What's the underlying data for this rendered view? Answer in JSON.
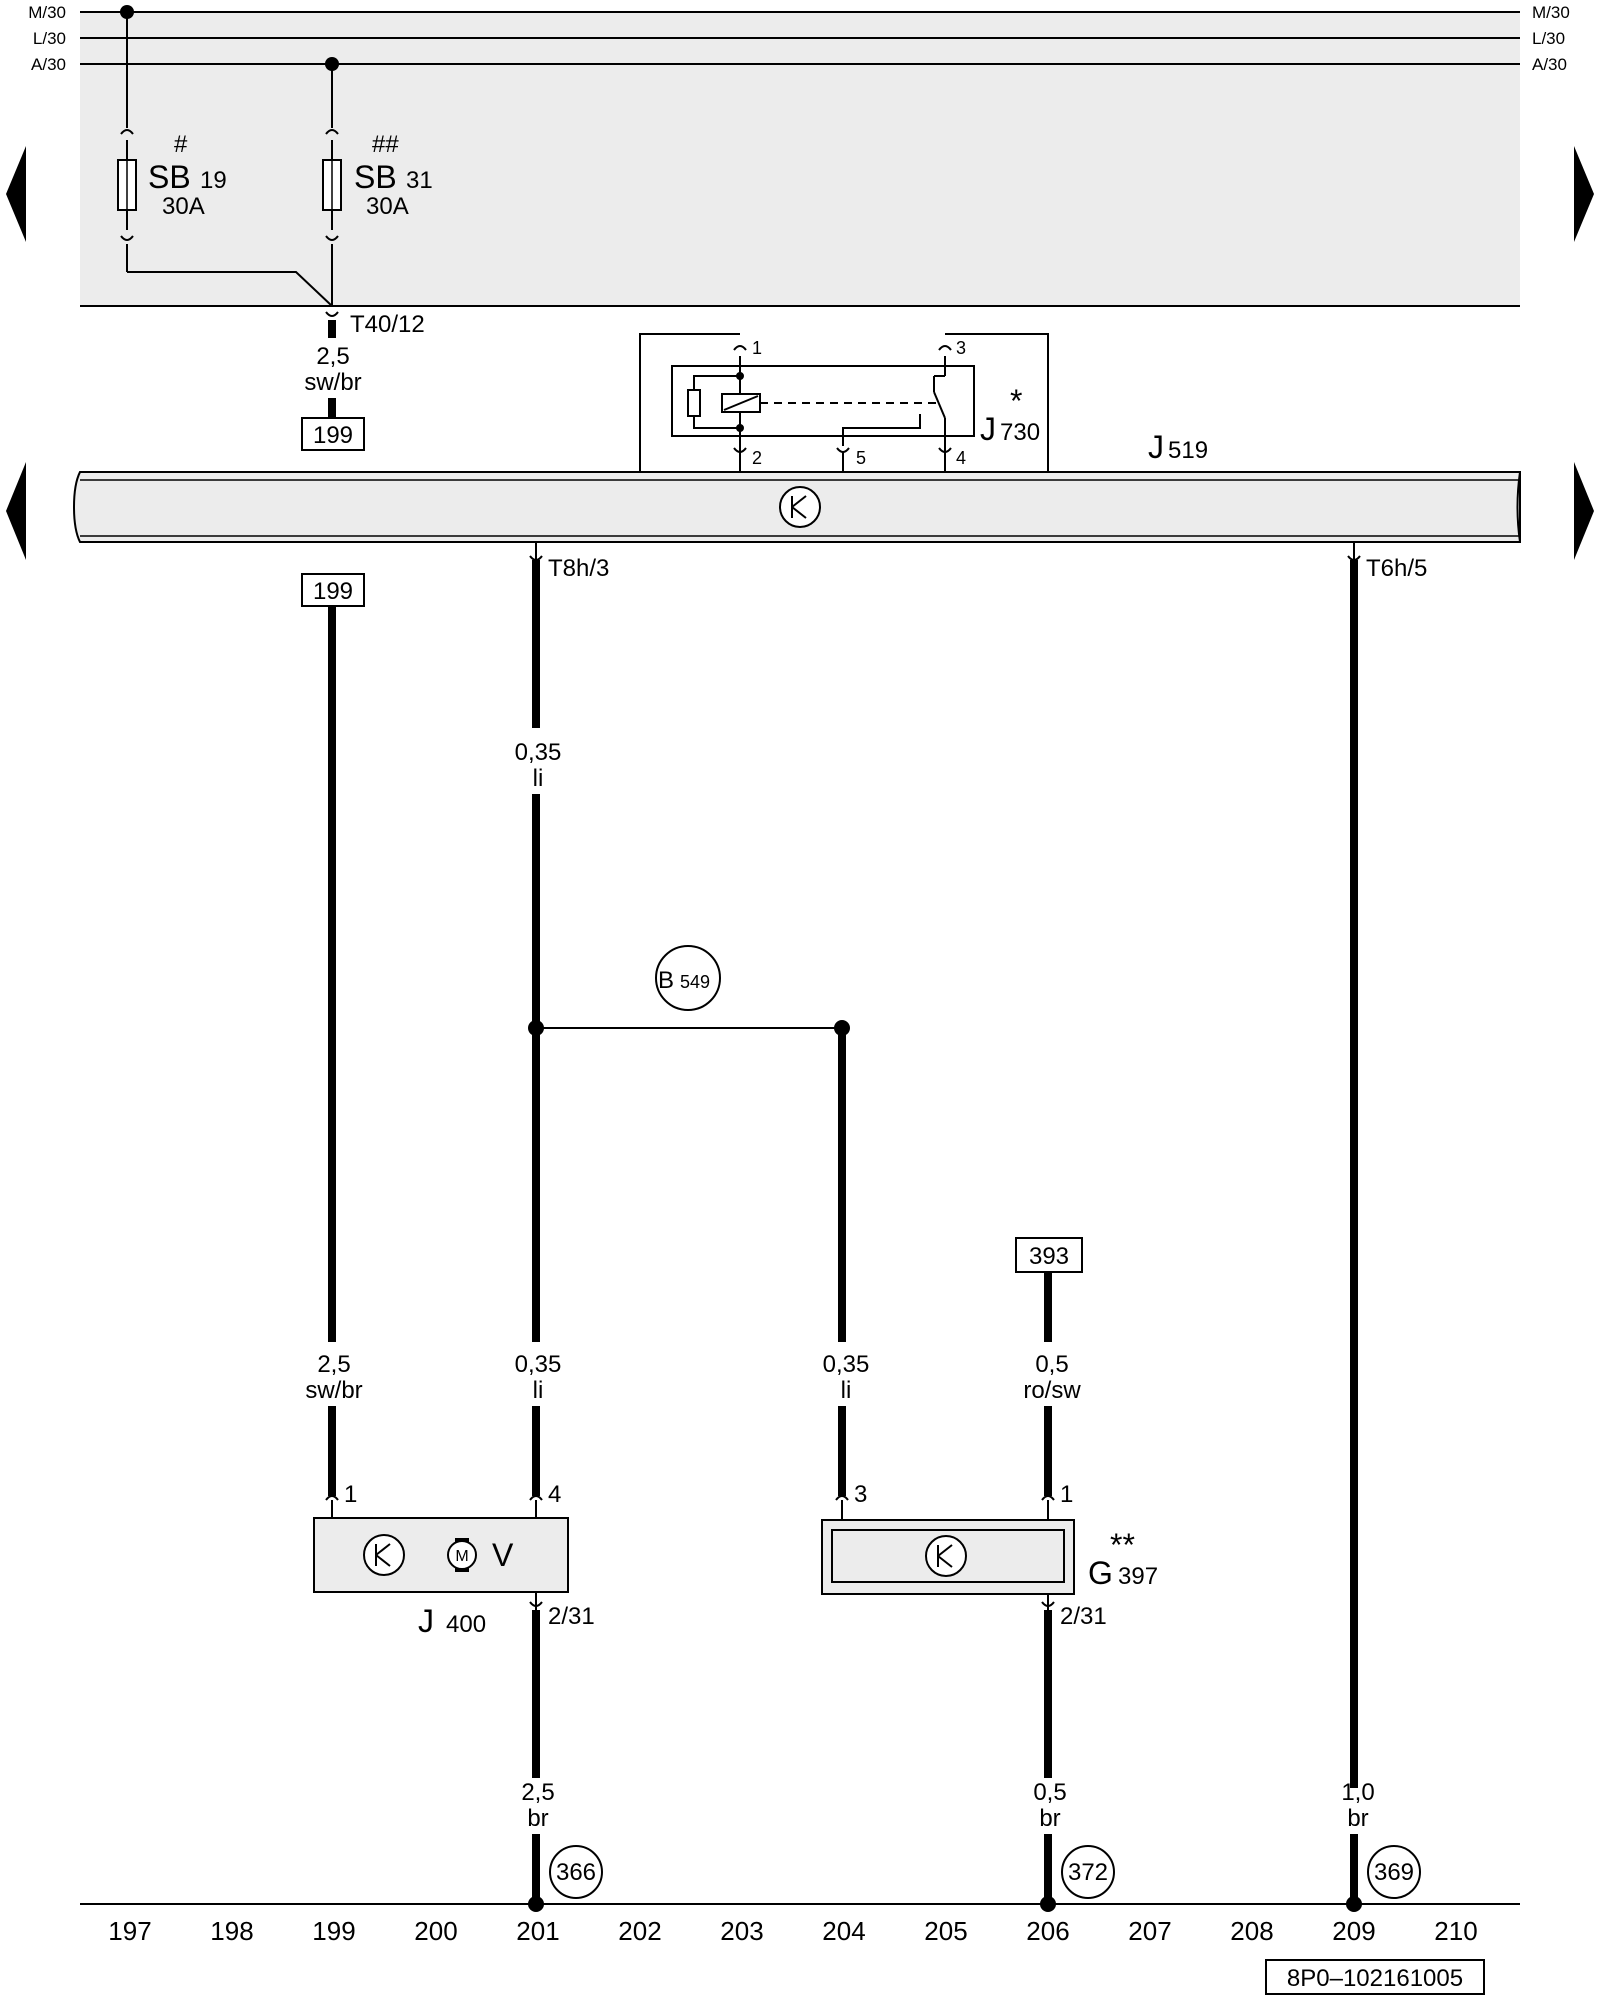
{
  "rails": {
    "top": [
      "M/30",
      "L/30",
      "A/30"
    ],
    "right": [
      "M/30",
      "L/30",
      "A/30"
    ]
  },
  "fuses": [
    {
      "mark": "#",
      "code": "SB",
      "num": "19",
      "rating": "30A"
    },
    {
      "mark": "##",
      "code": "SB",
      "num": "31",
      "rating": "30A"
    }
  ],
  "connectors": {
    "t40": "T40/12",
    "t8h": "T8h/3",
    "t6h": "T6h/5"
  },
  "relay": {
    "code": "J",
    "num": "730",
    "mark": "*",
    "pins": [
      "1",
      "3",
      "2",
      "5",
      "4"
    ]
  },
  "control_unit": {
    "code": "J",
    "num": "519"
  },
  "wires": {
    "w_t40": {
      "size": "2,5",
      "color": "sw/br"
    },
    "w_t8h": {
      "size": "0,35",
      "color": "li"
    },
    "w_199": {
      "size": "2,5",
      "color": "sw/br"
    },
    "w_j400": {
      "size": "0,35",
      "color": "li"
    },
    "w_g397": {
      "size": "0,35",
      "color": "li"
    },
    "w_393": {
      "size": "0,5",
      "color": "ro/sw"
    },
    "w_gnd1": {
      "size": "2,5",
      "color": "br"
    },
    "w_gnd2": {
      "size": "0,5",
      "color": "br"
    },
    "w_gnd3": {
      "size": "1,0",
      "color": "br"
    }
  },
  "refs": {
    "r199a": "199",
    "r199b": "199",
    "r393": "393"
  },
  "splice": {
    "code": "B",
    "num": "549"
  },
  "component_j400": {
    "code": "J",
    "num": "400",
    "motor_symbol": "M",
    "v_label": "V",
    "pin_left": "1",
    "pin_right": "4",
    "pin_ground": "2/31"
  },
  "component_g397": {
    "code": "G",
    "num": "397",
    "mark": "**",
    "pin_left": "3",
    "pin_right": "1",
    "pin_ground": "2/31"
  },
  "ground_points": [
    "366",
    "372",
    "369"
  ],
  "column_numbers": [
    "197",
    "198",
    "199",
    "200",
    "201",
    "202",
    "203",
    "204",
    "205",
    "206",
    "207",
    "208",
    "209",
    "210"
  ],
  "doc_code": "8P0–102161005",
  "colors": {
    "shade": "#ececec",
    "line": "#000000"
  }
}
